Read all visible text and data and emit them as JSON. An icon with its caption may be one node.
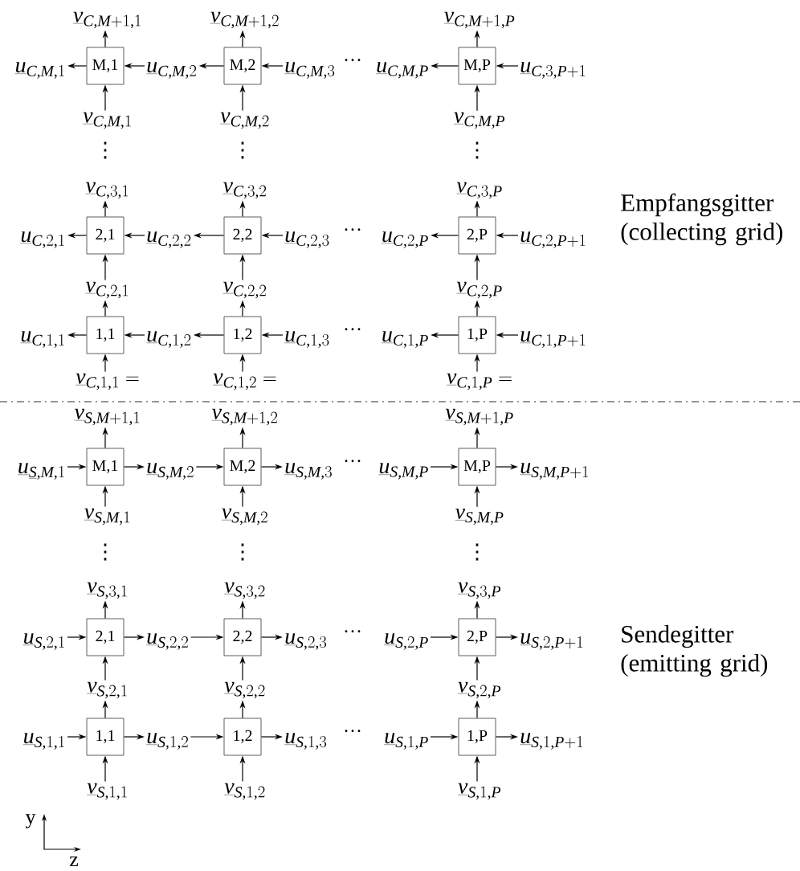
{
  "diagram": {
    "nodes": [
      {
        "text": [
          "\\underline{v}_{C,M+1,1}"
        ]
      },
      {
        "text": [
          "\\underline{v}_{C,M+1,2}"
        ]
      },
      {
        "text": [
          "\\underline{v}_{C,M+1,P}"
        ]
      },
      {
        "text": [
          "\\underline{u}_{C,M,1}"
        ]
      },
      {
        "text": [
          "M,1"
        ]
      },
      {
        "text": [
          "\\underline{u}_{C,M,2}"
        ]
      },
      {
        "text": [
          "M,2"
        ]
      },
      {
        "text": [
          "\\underline{u}_{C,M,3}"
        ]
      },
      {
        "text": [
          "\\underline{u}_{C,M,P}"
        ]
      },
      {
        "text": [
          "M,P"
        ]
      },
      {
        "text": [
          "\\underline{u}_{C,3,P+1}"
        ]
      },
      {
        "text": [
          "\\underline{v}_{C,M,1}"
        ]
      },
      {
        "text": [
          "\\underline{v}_{C,M,2}"
        ]
      },
      {
        "text": [
          "\\underline{v}_{C,M,P}"
        ]
      },
      {
        "text": [
          "\\underline{v}_{C,3,1}"
        ]
      },
      {
        "text": [
          "\\underline{v}_{C,3,2}"
        ]
      },
      {
        "text": [
          "\\underline{v}_{C,3,P}"
        ]
      },
      {
        "text": [
          "\\underline{u}_{C,2,1}"
        ]
      },
      {
        "text": [
          "2,1"
        ]
      },
      {
        "text": [
          "\\underline{u}_{C,2,2}"
        ]
      },
      {
        "text": [
          "2,2"
        ]
      },
      {
        "text": [
          "\\underline{u}_{C,2,3}"
        ]
      },
      {
        "text": [
          "\\underline{u}_{C,2,P}"
        ]
      },
      {
        "text": [
          "2,P"
        ]
      },
      {
        "text": [
          "\\underline{u}_{C,2,P+1}"
        ]
      },
      {
        "text": [
          "\\underline{v}_{C,2,1}"
        ]
      },
      {
        "text": [
          "\\underline{v}_{C,2,2}"
        ]
      },
      {
        "text": [
          "\\underline{v}_{C,2,P}"
        ]
      },
      {
        "text": [
          "\\underline{u}_{C,1,1}"
        ]
      },
      {
        "text": [
          "1,1"
        ]
      },
      {
        "text": [
          "\\underline{u}_{C,1,2}"
        ]
      },
      {
        "text": [
          "1,2"
        ]
      },
      {
        "text": [
          "\\underline{u}_{C,1,3}"
        ]
      },
      {
        "text": [
          "\\underline{u}_{C,1,P}"
        ]
      },
      {
        "text": [
          "1,P"
        ]
      },
      {
        "text": [
          "\\underline{u}_{C,1,P+1}"
        ]
      },
      {
        "text": [
          "\\underline{v}_{C,1,1} ="
        ]
      },
      {
        "text": [
          "\\underline{v}_{C,1,2} ="
        ]
      },
      {
        "text": [
          "\\underline{v}_{C,1,P} ="
        ]
      },
      {
        "text": [
          "\\underline{v}_{S,M+1,1}"
        ]
      },
      {
        "text": [
          "\\underline{v}_{S,M+1,2}"
        ]
      },
      {
        "text": [
          "\\underline{v}_{S,M+1,P}"
        ]
      },
      {
        "text": [
          "\\underline{u}_{\\underline{S},M,1}"
        ]
      },
      {
        "text": [
          "M,1"
        ]
      },
      {
        "text": [
          "\\underline{u}_{S,M,2}"
        ]
      },
      {
        "text": [
          "M,2"
        ]
      },
      {
        "text": [
          "\\underline{u}_{S,M,3}"
        ]
      },
      {
        "text": [
          "\\underline{u}_{S,M,P}"
        ]
      },
      {
        "text": [
          "M,P"
        ]
      },
      {
        "text": [
          "\\underline{u}_{S,M,P+1}"
        ]
      },
      {
        "text": [
          "\\underline{v}_{S,M,1}"
        ]
      },
      {
        "text": [
          "\\underline{v}_{S,M,2}"
        ]
      },
      {
        "text": [
          "\\underline{v}_{S,M,P}"
        ]
      },
      {
        "text": [
          "\\underline{v}_{S,3,1}"
        ]
      },
      {
        "text": [
          "\\underline{v}_{S,3,2}"
        ]
      },
      {
        "text": [
          "\\underline{v}_{S,3,P}"
        ]
      },
      {
        "text": [
          "\\underline{u}_{S,2,1}"
        ]
      },
      {
        "text": [
          "2,1"
        ]
      },
      {
        "text": [
          "\\underline{u}_{S,2,2}"
        ]
      },
      {
        "text": [
          "2,2"
        ]
      },
      {
        "text": [
          "\\underline{u}_{S,2,3}"
        ]
      },
      {
        "text": [
          "\\underline{u}_{S,2,P}"
        ]
      },
      {
        "text": [
          "2,P"
        ]
      },
      {
        "text": [
          "\\underline{u}_{S,2,P+1}"
        ]
      },
      {
        "text": [
          "\\underline{v}_{S,2,1}"
        ]
      },
      {
        "text": [
          "\\underline{v}_{S,2,2}"
        ]
      },
      {
        "text": [
          "\\underline{v}_{S,2,P}"
        ]
      },
      {
        "text": [
          "\\underline{u}_{S,1,1}"
        ]
      },
      {
        "text": [
          "1,1"
        ]
      },
      {
        "text": [
          "\\underline{u}_{S,1,2}"
        ]
      },
      {
        "text": [
          "1,2"
        ]
      },
      {
        "text": [
          "\\underline{u}_{S,1,3}"
        ]
      },
      {
        "text": [
          "\\underline{u}_{S,1,P}"
        ]
      },
      {
        "text": [
          "1,P"
        ]
      },
      {
        "text": [
          "\\underline{u}_{S,1,P+1}"
        ]
      },
      {
        "text": [
          "\\underline{v}_{S,1,1}"
        ]
      },
      {
        "text": [
          "\\underline{v}_{S,1,2}"
        ]
      },
      {
        "text": [
          "\\underline{v}_{S,1,P}"
        ]
      }
    ],
    "edges": [
      {
        "from": 4,
        "to": 3,
        "arrow": "to"
      },
      {
        "from": 5,
        "to": 4,
        "arrow": "to"
      },
      {
        "from": 6,
        "to": 5,
        "arrow": "to"
      },
      {
        "from": 7,
        "to": 6,
        "arrow": "to"
      },
      {
        "from": 9,
        "to": 8,
        "arrow": "to"
      },
      {
        "from": 10,
        "to": 9,
        "arrow": "to"
      },
      {
        "from": 4,
        "to": 0,
        "arrow": "to"
      },
      {
        "from": 11,
        "to": 4,
        "arrow": "to"
      },
      {
        "from": 6,
        "to": 1,
        "arrow": "to"
      },
      {
        "from": 12,
        "to": 6,
        "arrow": "to"
      },
      {
        "from": 9,
        "to": 2,
        "arrow": "to"
      },
      {
        "from": 13,
        "to": 9,
        "arrow": "to"
      },
      {
        "from": 18,
        "to": 17,
        "arrow": "to"
      },
      {
        "from": 19,
        "to": 18,
        "arrow": "to"
      },
      {
        "from": 20,
        "to": 19,
        "arrow": "to"
      },
      {
        "from": 21,
        "to": 20,
        "arrow": "to"
      },
      {
        "from": 23,
        "to": 22,
        "arrow": "to"
      },
      {
        "from": 24,
        "to": 23,
        "arrow": "to"
      },
      {
        "from": 18,
        "to": 14,
        "arrow": "to"
      },
      {
        "from": 25,
        "to": 18,
        "arrow": "to"
      },
      {
        "from": 20,
        "to": 15,
        "arrow": "to"
      },
      {
        "from": 26,
        "to": 20,
        "arrow": "to"
      },
      {
        "from": 23,
        "to": 16,
        "arrow": "to"
      },
      {
        "from": 27,
        "to": 23,
        "arrow": "to"
      },
      {
        "from": 29,
        "to": 28,
        "arrow": "to"
      },
      {
        "from": 30,
        "to": 29,
        "arrow": "to"
      },
      {
        "from": 31,
        "to": 30,
        "arrow": "to"
      },
      {
        "from": 32,
        "to": 31,
        "arrow": "to"
      },
      {
        "from": 34,
        "to": 33,
        "arrow": "to"
      },
      {
        "from": 35,
        "to": 34,
        "arrow": "to"
      },
      {
        "from": 29,
        "to": 25,
        "arrow": "to"
      },
      {
        "from": 36,
        "to": 29,
        "arrow": "to"
      },
      {
        "from": 31,
        "to": 26,
        "arrow": "to"
      },
      {
        "from": 37,
        "to": 31,
        "arrow": "to"
      },
      {
        "from": 34,
        "to": 27,
        "arrow": "to"
      },
      {
        "from": 38,
        "to": 34,
        "arrow": "to"
      },
      {
        "from": 42,
        "to": 43,
        "arrow": "to"
      },
      {
        "from": 43,
        "to": 44,
        "arrow": "to"
      },
      {
        "from": 44,
        "to": 45,
        "arrow": "to"
      },
      {
        "from": 45,
        "to": 46,
        "arrow": "to"
      },
      {
        "from": 47,
        "to": 48,
        "arrow": "to"
      },
      {
        "from": 48,
        "to": 49,
        "arrow": "to"
      },
      {
        "from": 43,
        "to": 39,
        "arrow": "to"
      },
      {
        "from": 50,
        "to": 43,
        "arrow": "to"
      },
      {
        "from": 45,
        "to": 40,
        "arrow": "to"
      },
      {
        "from": 51,
        "to": 45,
        "arrow": "to"
      },
      {
        "from": 48,
        "to": 41,
        "arrow": "to"
      },
      {
        "from": 52,
        "to": 48,
        "arrow": "to"
      },
      {
        "from": 56,
        "to": 57,
        "arrow": "to"
      },
      {
        "from": 57,
        "to": 58,
        "arrow": "to"
      },
      {
        "from": 58,
        "to": 59,
        "arrow": "to"
      },
      {
        "from": 59,
        "to": 60,
        "arrow": "to"
      },
      {
        "from": 61,
        "to": 62,
        "arrow": "to"
      },
      {
        "from": 62,
        "to": 63,
        "arrow": "to"
      },
      {
        "from": 57,
        "to": 53,
        "arrow": "to"
      },
      {
        "from": 64,
        "to": 57,
        "arrow": "to"
      },
      {
        "from": 59,
        "to": 54,
        "arrow": "to"
      },
      {
        "from": 65,
        "to": 59,
        "arrow": "to"
      },
      {
        "from": 62,
        "to": 55,
        "arrow": "to"
      },
      {
        "from": 66,
        "to": 62,
        "arrow": "to"
      },
      {
        "from": 67,
        "to": 68,
        "arrow": "to"
      },
      {
        "from": 68,
        "to": 69,
        "arrow": "to"
      },
      {
        "from": 69,
        "to": 70,
        "arrow": "to"
      },
      {
        "from": 70,
        "to": 71,
        "arrow": "to"
      },
      {
        "from": 72,
        "to": 73,
        "arrow": "to"
      },
      {
        "from": 73,
        "to": 74,
        "arrow": "to"
      },
      {
        "from": 68,
        "to": 64,
        "arrow": "to"
      },
      {
        "from": 75,
        "to": 68,
        "arrow": "to"
      },
      {
        "from": 70,
        "to": 65,
        "arrow": "to"
      },
      {
        "from": 76,
        "to": 70,
        "arrow": "to"
      },
      {
        "from": 73,
        "to": 66,
        "arrow": "to"
      },
      {
        "from": 77,
        "to": 73,
        "arrow": "to"
      }
    ],
    "labels": [
      "···",
      "⋮",
      "⋮",
      "⋮",
      "Empfangsgitter (collecting grid)",
      "···",
      "···",
      "···",
      "⋮",
      "⋮",
      "⋮",
      "Sendegitter (emitting grid)",
      "···",
      "···",
      "y",
      "z"
    ]
  }
}
